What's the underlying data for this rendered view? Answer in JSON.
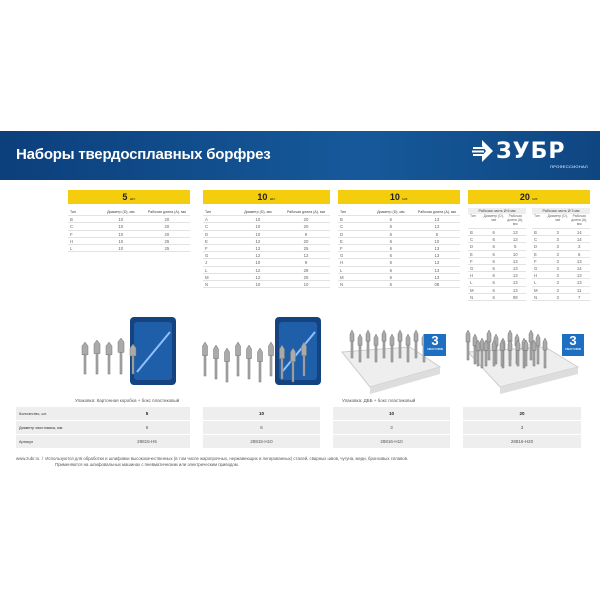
{
  "header": {
    "title": "Наборы твердосплавных борфрез",
    "logo": {
      "word": "ЗУБР",
      "sub": "ПРОФЕССИОНАЛ"
    }
  },
  "tables": [
    {
      "count": "5",
      "unit": "шт.",
      "headers": [
        "Тип",
        "Диаметр (D), мм",
        "Рабочая длина (А), мм"
      ],
      "rows": [
        [
          "B",
          "10",
          "20"
        ],
        [
          "C",
          "10",
          "20"
        ],
        [
          "F",
          "10",
          "20"
        ],
        [
          "H",
          "10",
          "25"
        ],
        [
          "L",
          "10",
          "25"
        ]
      ]
    },
    {
      "count": "10",
      "unit": "шт.",
      "headers": [
        "Тип",
        "Диаметр (D), мм",
        "Рабочая длина (А), мм"
      ],
      "rows": [
        [
          "A",
          "10",
          "20"
        ],
        [
          "C",
          "10",
          "20"
        ],
        [
          "D",
          "10",
          "9"
        ],
        [
          "E",
          "12",
          "20"
        ],
        [
          "F",
          "12",
          "25"
        ],
        [
          "G",
          "12",
          "12"
        ],
        [
          "J",
          "10",
          "9"
        ],
        [
          "L",
          "12",
          "28"
        ],
        [
          "M",
          "12",
          "25"
        ],
        [
          "N",
          "10",
          "10"
        ]
      ]
    },
    {
      "count": "10",
      "unit": "шт.",
      "headers": [
        "Тип",
        "Диаметр (D), мм",
        "Рабочая длина (А), мм"
      ],
      "rows": [
        [
          "B",
          "6",
          "13"
        ],
        [
          "C",
          "6",
          "13"
        ],
        [
          "D",
          "6",
          "5"
        ],
        [
          "E",
          "6",
          "10"
        ],
        [
          "F",
          "6",
          "13"
        ],
        [
          "G",
          "6",
          "13"
        ],
        [
          "H",
          "6",
          "13"
        ],
        [
          "L",
          "6",
          "13"
        ],
        [
          "M",
          "6",
          "13"
        ],
        [
          "N",
          "6",
          "08"
        ]
      ]
    }
  ],
  "table20": {
    "count": "20",
    "unit": "шт.",
    "left": {
      "title": "Рабочая часть Ø 6 мм",
      "headers": [
        "Тип",
        "Диаметр (D), мм",
        "Рабочая длина (А), мм"
      ],
      "rows": [
        [
          "B",
          "6",
          "13"
        ],
        [
          "C",
          "6",
          "13"
        ],
        [
          "D",
          "6",
          "5"
        ],
        [
          "E",
          "6",
          "10"
        ],
        [
          "F",
          "6",
          "13"
        ],
        [
          "G",
          "6",
          "13"
        ],
        [
          "H",
          "6",
          "13"
        ],
        [
          "L",
          "6",
          "13"
        ],
        [
          "M",
          "6",
          "13"
        ],
        [
          "N",
          "6",
          "08"
        ]
      ]
    },
    "right": {
      "title": "Рабочая часть Ø 3 мм",
      "headers": [
        "Тип",
        "Диаметр (D), мм",
        "Рабочая длина (А), мм"
      ],
      "rows": [
        [
          "B",
          "3",
          "14"
        ],
        [
          "C",
          "3",
          "14"
        ],
        [
          "D",
          "3",
          "3"
        ],
        [
          "E",
          "3",
          "6"
        ],
        [
          "F",
          "3",
          "13"
        ],
        [
          "G",
          "3",
          "14"
        ],
        [
          "H",
          "3",
          "13"
        ],
        [
          "L",
          "3",
          "13"
        ],
        [
          "M",
          "3",
          "11"
        ],
        [
          "N",
          "3",
          "7"
        ]
      ]
    }
  },
  "badge": {
    "prefix": "Ø",
    "num": "3",
    "unit": "мм",
    "label": "хвостовик"
  },
  "packaging": {
    "a": "Упаковка: Картонная коробка + бокс пластиковый",
    "b": "Упаковка: ДББ + бокс пластиковый"
  },
  "summary": {
    "labels": [
      "Количество, шт.",
      "Диаметр хвостовика, мм",
      "Артикул"
    ],
    "cols": [
      [
        "5",
        "6",
        "28815-H5"
      ],
      [
        "10",
        "6",
        "28815-H10"
      ],
      [
        "10",
        "3",
        "28816-H10"
      ],
      [
        "20",
        "3",
        "28816-H20"
      ]
    ]
  },
  "footer": {
    "site": "www.zubr.ru",
    "sep": "/",
    "line1": "Используются для обработки и шлифовки высококачественных (в том числе жаропрочных, нержавеющих и легированных) сталей, сварных швов, чугуна, меди, бронзовых сплавов.",
    "line2": "Применяются на шлифовальных машинах с пневматическим или электрическим приводом."
  },
  "colors": {
    "banner": "#0c3f7c",
    "accent": "#f4cd0c",
    "badge": "#1c6fc1"
  }
}
